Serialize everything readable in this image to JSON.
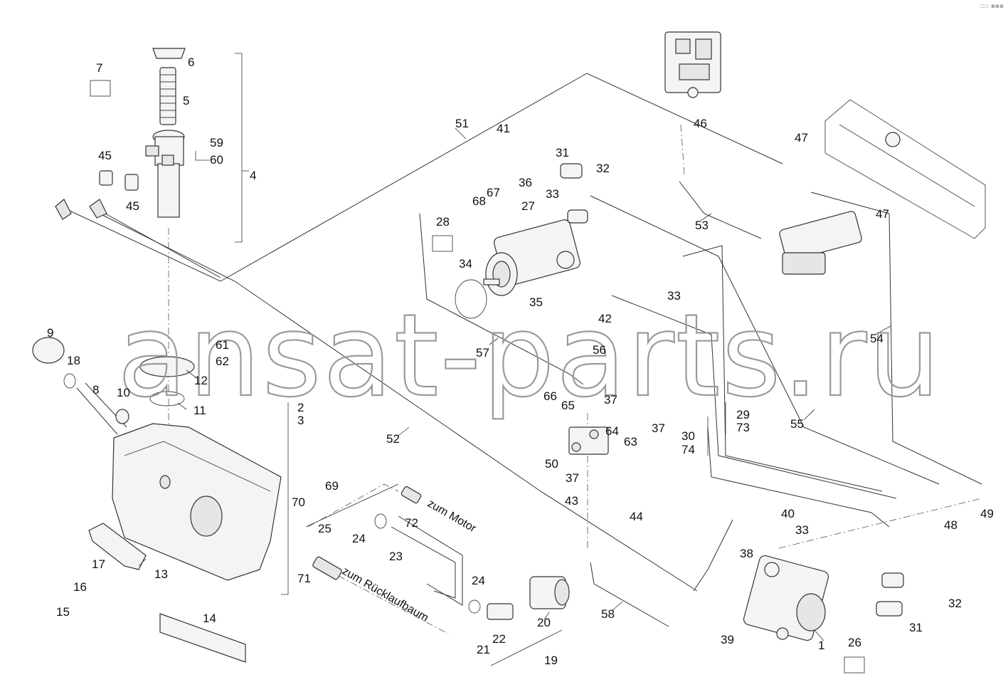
{
  "watermark": "ansat-parts.ru",
  "corner_mark": "▫▫ ▪▪▪",
  "notes": {
    "zum_motor": "zum Motor",
    "zum_ruecklauf": "zum Rücklaufbaum"
  },
  "labels": {
    "n1": "1",
    "n2": "2",
    "n3": "3",
    "n4": "4",
    "n5": "5",
    "n6": "6",
    "n7": "7",
    "n8": "8",
    "n9": "9",
    "n10": "10",
    "n11": "11",
    "n12": "12",
    "n13": "13",
    "n14": "14",
    "n15": "15",
    "n16": "16",
    "n17": "17",
    "n18": "18",
    "n19": "19",
    "n20": "20",
    "n21": "21",
    "n22": "22",
    "n23": "23",
    "n24a": "24",
    "n24b": "24",
    "n25": "25",
    "n26": "26",
    "n27": "27",
    "n28": "28",
    "n29": "29",
    "n30": "30",
    "n31a": "31",
    "n31b": "31",
    "n32a": "32",
    "n32b": "32",
    "n33a": "33",
    "n33b": "33",
    "n33c": "33",
    "n34": "34",
    "n35": "35",
    "n36": "36",
    "n37a": "37",
    "n37b": "37",
    "n37c": "37",
    "n38": "38",
    "n39": "39",
    "n40": "40",
    "n41": "41",
    "n42": "42",
    "n43": "43",
    "n44": "44",
    "n45a": "45",
    "n45b": "45",
    "n46": "46",
    "n47a": "47",
    "n47b": "47",
    "n48": "48",
    "n49": "49",
    "n50": "50",
    "n51": "51",
    "n52": "52",
    "n53": "53",
    "n54": "54",
    "n55": "55",
    "n56": "56",
    "n57": "57",
    "n58": "58",
    "n59": "59",
    "n60": "60",
    "n61": "61",
    "n62": "62",
    "n63": "63",
    "n64": "64",
    "n65": "65",
    "n66": "66",
    "n67": "67",
    "n68": "68",
    "n69": "69",
    "n70": "70",
    "n71": "71",
    "n72": "72",
    "n73": "73",
    "n74": "74"
  }
}
